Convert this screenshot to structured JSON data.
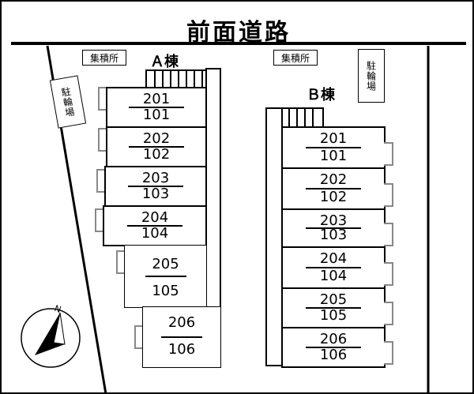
{
  "road": {
    "label": "前面道路"
  },
  "facilities": {
    "garbage_left": "集積所",
    "garbage_right": "集積所",
    "bike_left": "駐輪場",
    "bike_right": "駐輪場"
  },
  "buildings": {
    "a": {
      "label": "Ａ棟",
      "units": [
        {
          "upper": "201",
          "lower": "101"
        },
        {
          "upper": "202",
          "lower": "102"
        },
        {
          "upper": "203",
          "lower": "103"
        },
        {
          "upper": "204",
          "lower": "104"
        },
        {
          "upper": "205",
          "lower": "105"
        },
        {
          "upper": "206",
          "lower": "106"
        }
      ]
    },
    "b": {
      "label": "Ｂ棟",
      "units": [
        {
          "upper": "201",
          "lower": "101"
        },
        {
          "upper": "202",
          "lower": "102"
        },
        {
          "upper": "203",
          "lower": "103"
        },
        {
          "upper": "204",
          "lower": "104"
        },
        {
          "upper": "205",
          "lower": "105"
        },
        {
          "upper": "206",
          "lower": "106"
        }
      ]
    }
  },
  "compass": {
    "label": "N"
  }
}
